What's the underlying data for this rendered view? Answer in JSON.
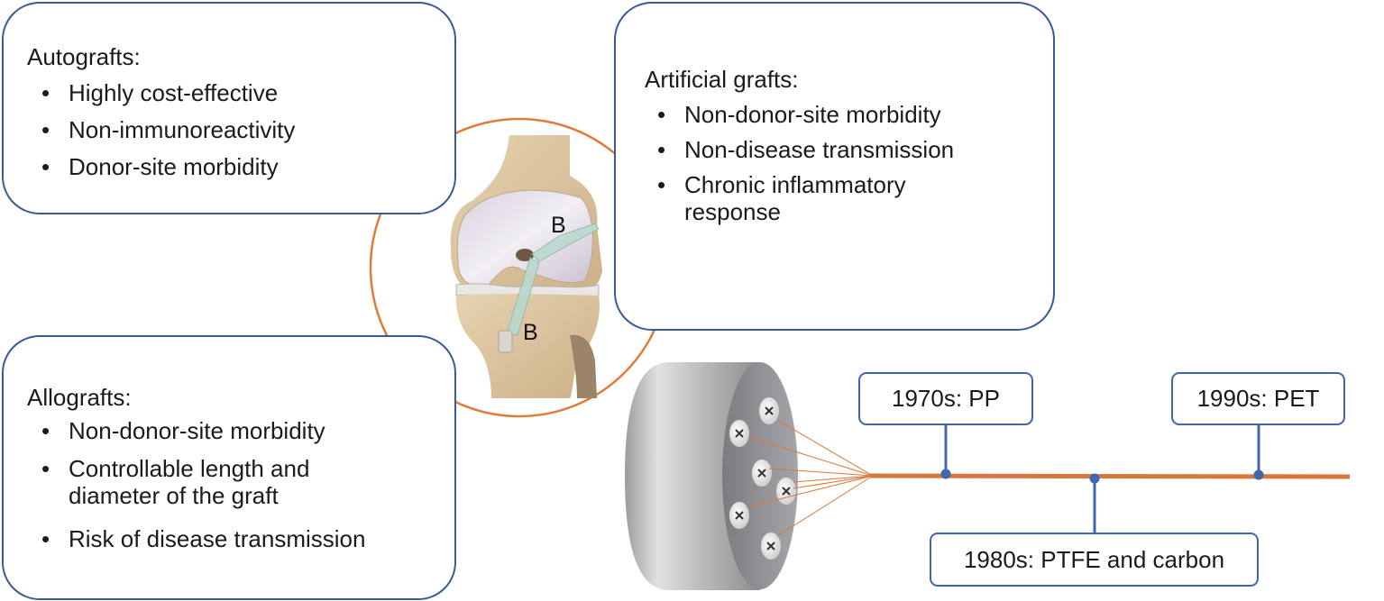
{
  "figure": {
    "autografts": {
      "title": "Autografts:",
      "items": [
        "Highly cost-effective",
        "Non-immunoreactivity",
        "Donor-site morbidity"
      ]
    },
    "artificial_grafts": {
      "title": "Artificial grafts:",
      "items": [
        "Non-donor-site morbidity",
        "Non-disease transmission",
        "Chronic inflammatory",
        "response"
      ]
    },
    "allografts": {
      "title": "Allografts:",
      "items": [
        "Non-donor-site morbidity",
        "Controllable length and",
        "diameter of the graft",
        "Risk of disease transmission"
      ]
    },
    "knee_labels": {
      "femoral_tunnel": "B",
      "tibial_tunnel": "B"
    },
    "timeline": [
      {
        "label": "1970s: PP"
      },
      {
        "label": "1980s: PTFE and carbon"
      },
      {
        "label": "1990s: PET"
      }
    ],
    "colors": {
      "card_border": "#3a5a97",
      "timeline_blue": "#4066ad",
      "accent_orange": "#e07b3a",
      "fiber_orange": "#d9773a"
    }
  }
}
